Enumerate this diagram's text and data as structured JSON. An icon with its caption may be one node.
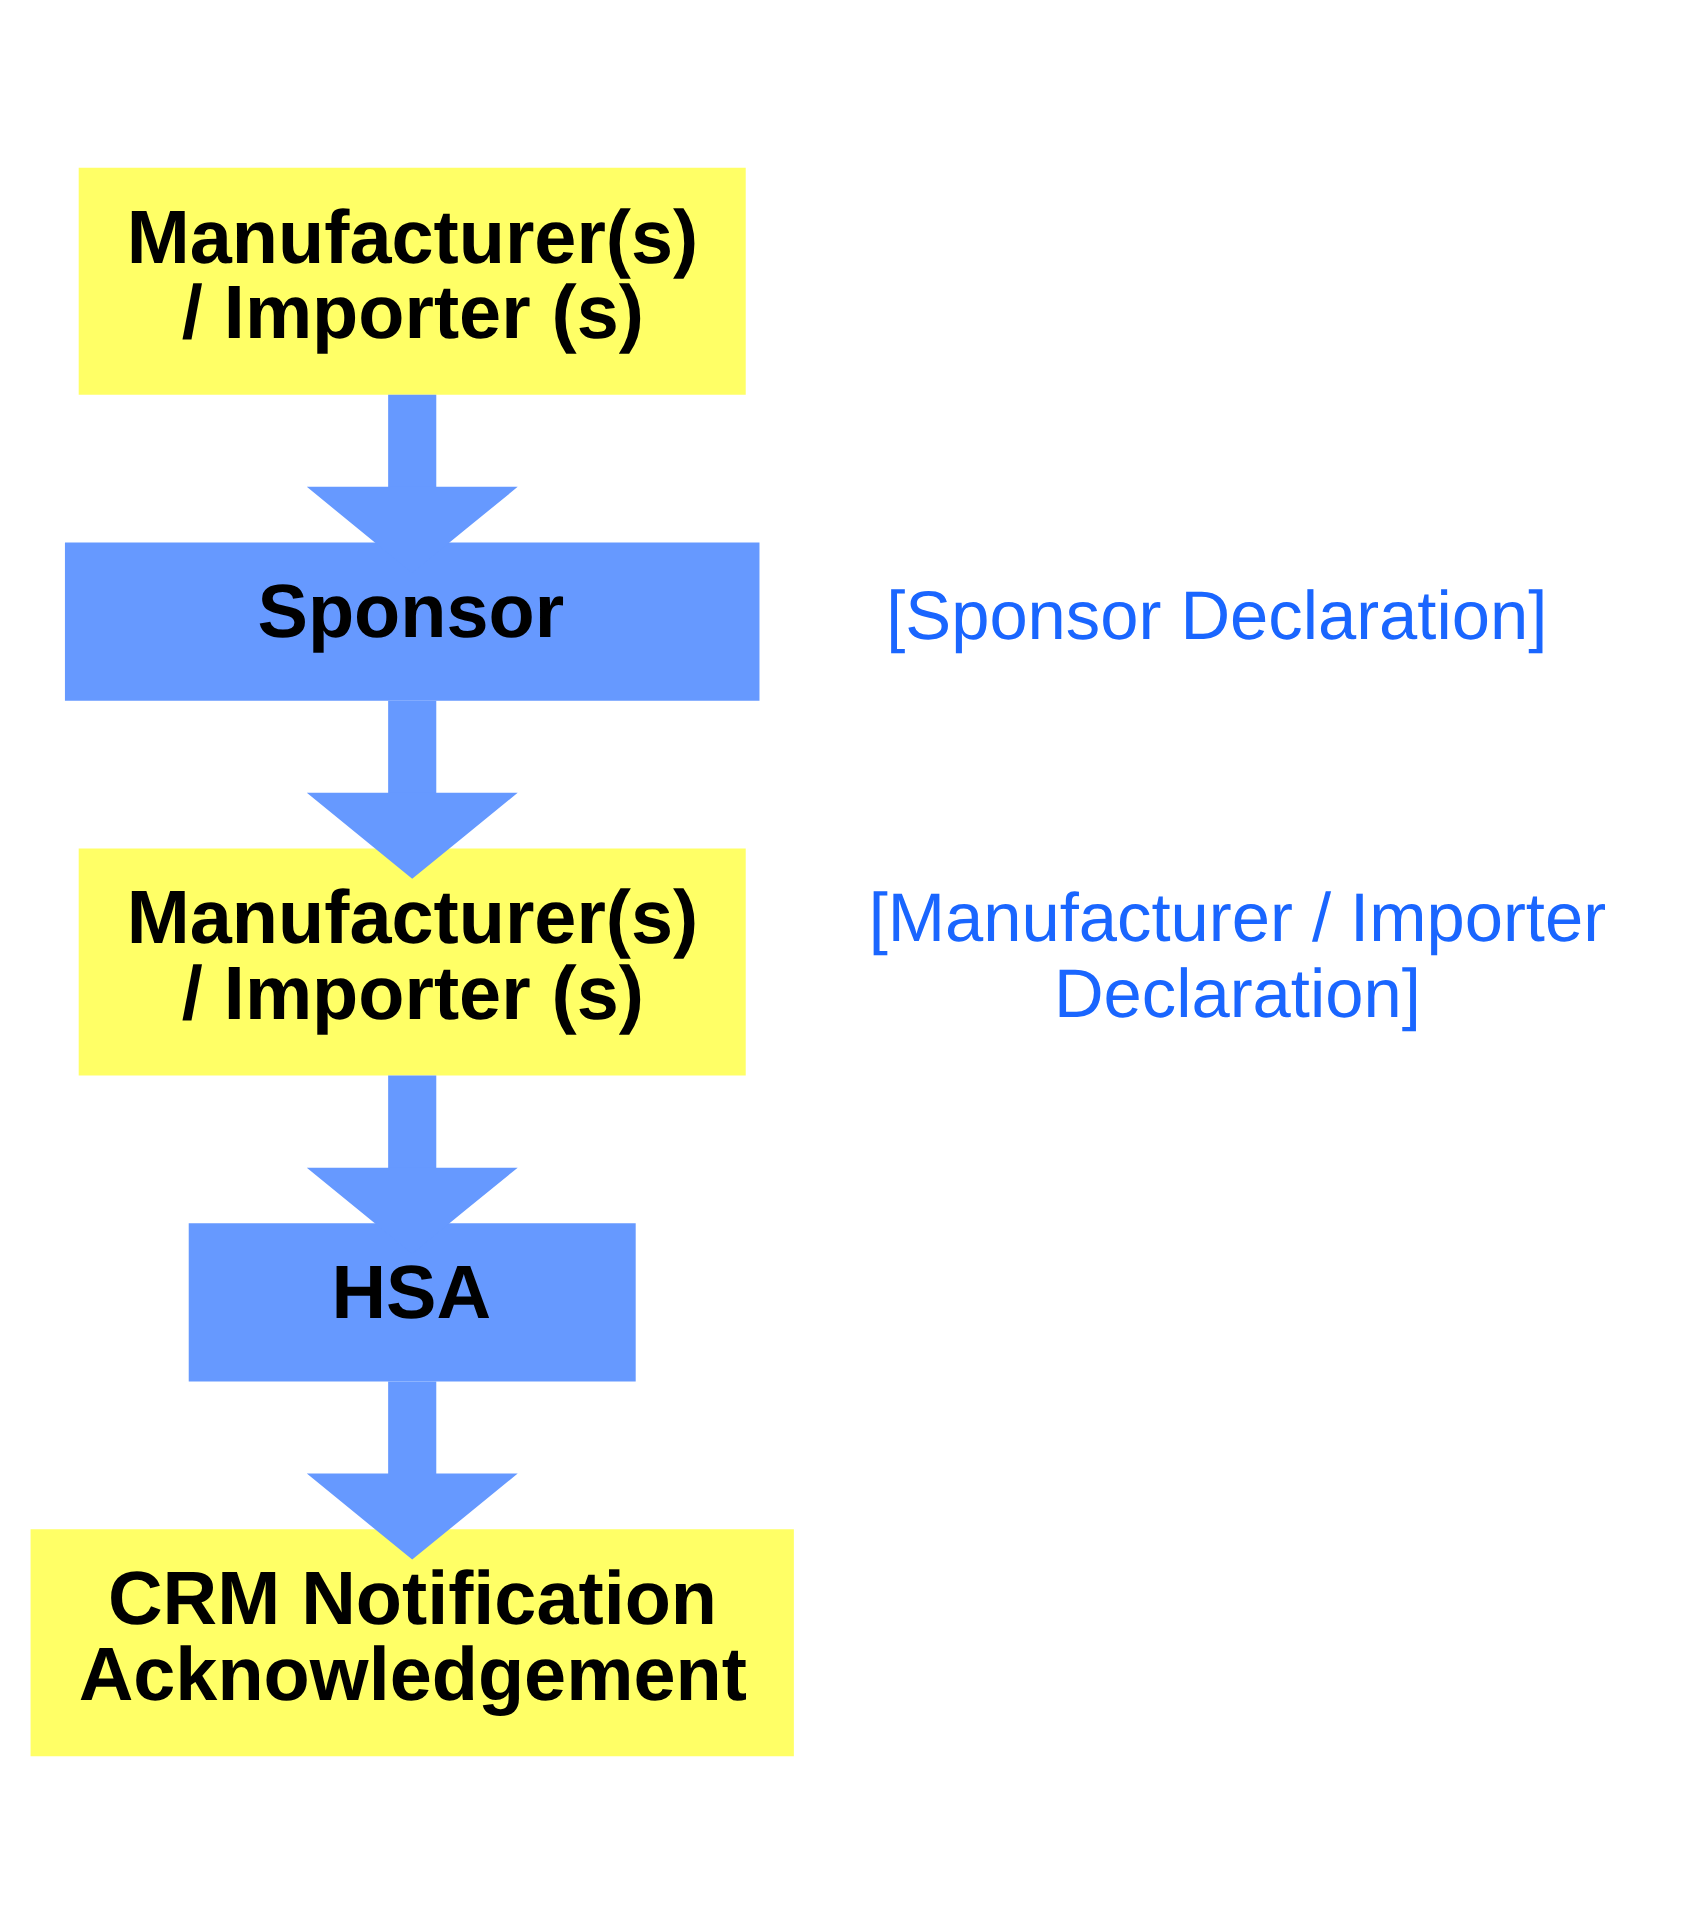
{
  "diagram": {
    "nodes": [
      {
        "text": [
          "Manufacturer(s) / Importer (s)"
        ]
      },
      {
        "text": [
          "Sponsor"
        ],
        "beside": [
          "[Sponsor Declaration]"
        ]
      },
      {
        "text": [
          "Manufacturer(s) / Importer (s)"
        ],
        "beside": [
          "[Manufacturer / Importer Declaration]"
        ]
      },
      {
        "text": [
          "HSA"
        ]
      },
      {
        "text": [
          "CRM Notification Acknowledgement"
        ]
      }
    ],
    "edges": [
      {
        "from": 0,
        "to": 1,
        "arrow": "to"
      },
      {
        "from": 1,
        "to": 2,
        "arrow": "to"
      },
      {
        "from": 2,
        "to": 3,
        "arrow": "to"
      },
      {
        "from": 3,
        "to": 4,
        "arrow": "to"
      }
    ]
  }
}
